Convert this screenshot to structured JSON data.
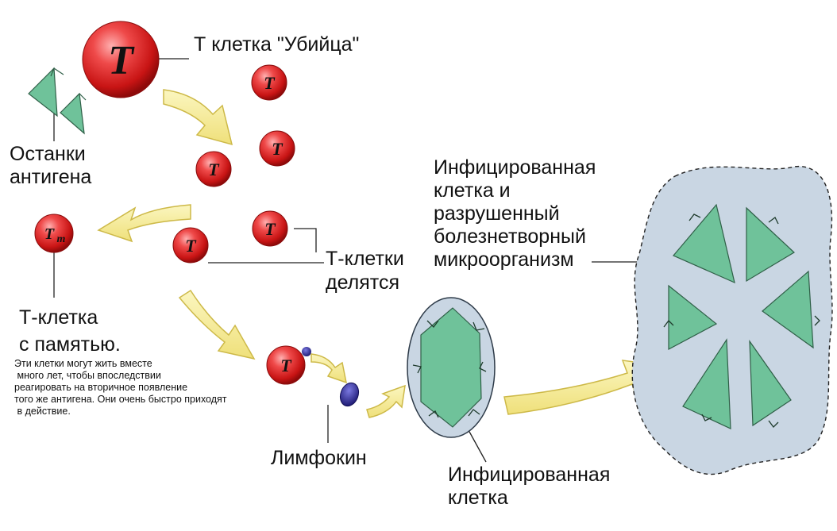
{
  "colors": {
    "cell_red": "#d42020",
    "cell_highlight": "#ff9a9a",
    "arrow_yellow": "#f6ec93",
    "arrow_edge": "#d8c650",
    "antigen_green": "#6fc29a",
    "membrane_blue": "#c9d6e3",
    "lymphokine_blue": "#26238a"
  },
  "cells": {
    "killer_letter": "T",
    "divided_letter": "T",
    "memory_letter": "T",
    "memory_subscript": "m"
  },
  "labels": {
    "killer_t_cell": "Т клетка \"Убийца\"",
    "antigen_remains": "Останки\nантигена",
    "memory_t_cell": "Т-клетка\nс памятью.",
    "memory_note": "Эти клетки могут жить вместе\n много лет, чтобы впоследствии\nреагировать на вторичное появление\nтого же антигена. Они очень быстро приходят\n в действие.",
    "t_cells_divide": "Т-клетки\nделятся",
    "infected_destroyed": "Инфицированная\nклетка и\nразрушенный\nболезнетворный\nмикроорганизм",
    "lymphokine": "Лимфокин",
    "infected_cell": "Инфицированная\nклетка"
  }
}
